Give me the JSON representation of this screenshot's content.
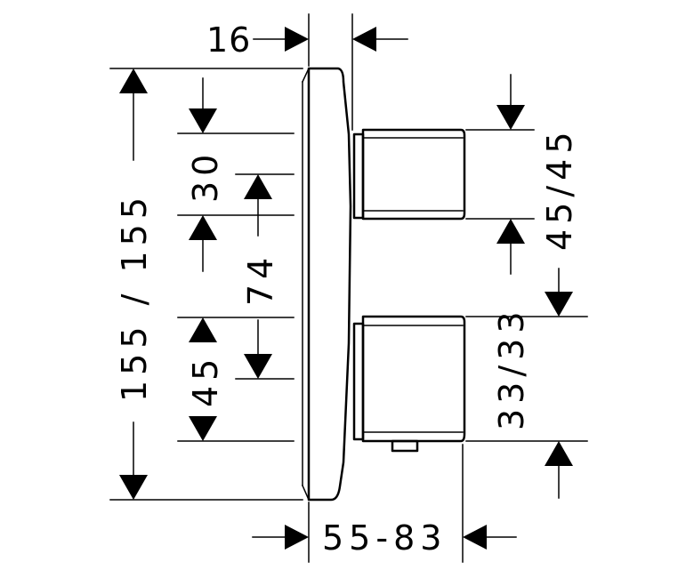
{
  "dimensions": {
    "depth_top": "16",
    "plate_height": "155 / 155",
    "top_offset": "30",
    "handle_spacing": "74",
    "lower_offset": "45",
    "upper_handle_height": "45/45",
    "lower_handle_height": "33/33",
    "projection": "55-83"
  }
}
